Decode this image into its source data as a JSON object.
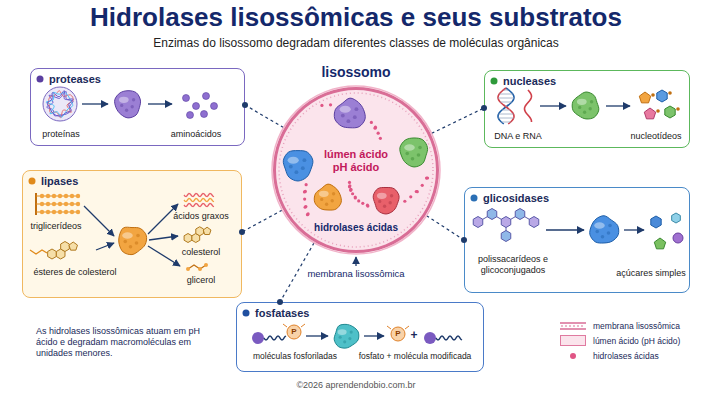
{
  "diagram": {
    "title": "Hidrolases lisossômicas e seus substratos",
    "caption": "Enzimas do lisossomo degradam diferentes classes de moléculas orgânicas",
    "nodes": [
      {
        "text": [
          "lisossomo",
          "lúmen ácido pH ácido",
          "hidrolases ácidas"
        ]
      },
      {
        "text": [
          "proteases",
          "proteínas",
          "aminoácidos"
        ]
      },
      {
        "text": [
          "lipases",
          "triglicerídeos",
          "ésteres de colesterol",
          "ácidos graxos",
          "colesterol",
          "glicerol"
        ]
      },
      {
        "text": [
          "nucleases",
          "DNA e RNA",
          "nucleotídeos"
        ]
      },
      {
        "text": [
          "glicosidases",
          "polissacarídeos e glicoconjugados",
          "açúcares simples"
        ]
      },
      {
        "text": [
          "fosfatases",
          "moléculas fosforiladas",
          "fosfato + molécula modificada"
        ]
      }
    ],
    "edges": [
      {
        "from": 0,
        "to": 1,
        "arrow": "none"
      },
      {
        "from": 0,
        "to": 2,
        "arrow": "none"
      },
      {
        "from": 0,
        "to": 3,
        "arrow": "none"
      },
      {
        "from": 0,
        "to": 4,
        "arrow": "none"
      },
      {
        "from": 0,
        "to": 5,
        "arrow": "none"
      }
    ],
    "labels": [
      "membrana lisossômica",
      "As hidrolases lisossômicas atuam em pH ácido e degradam macromoléculas em unidades menores.",
      "©2026 aprendendobio.com.br",
      "P",
      "P",
      "+"
    ],
    "legend": [
      {
        "text": "membrana lisossômica"
      },
      {
        "text": "lúmen ácido (pH ácido)",
        "color": "#fbe4ec"
      },
      {
        "text": "hidrolases ácidas",
        "color": "#e05585"
      }
    ]
  }
}
